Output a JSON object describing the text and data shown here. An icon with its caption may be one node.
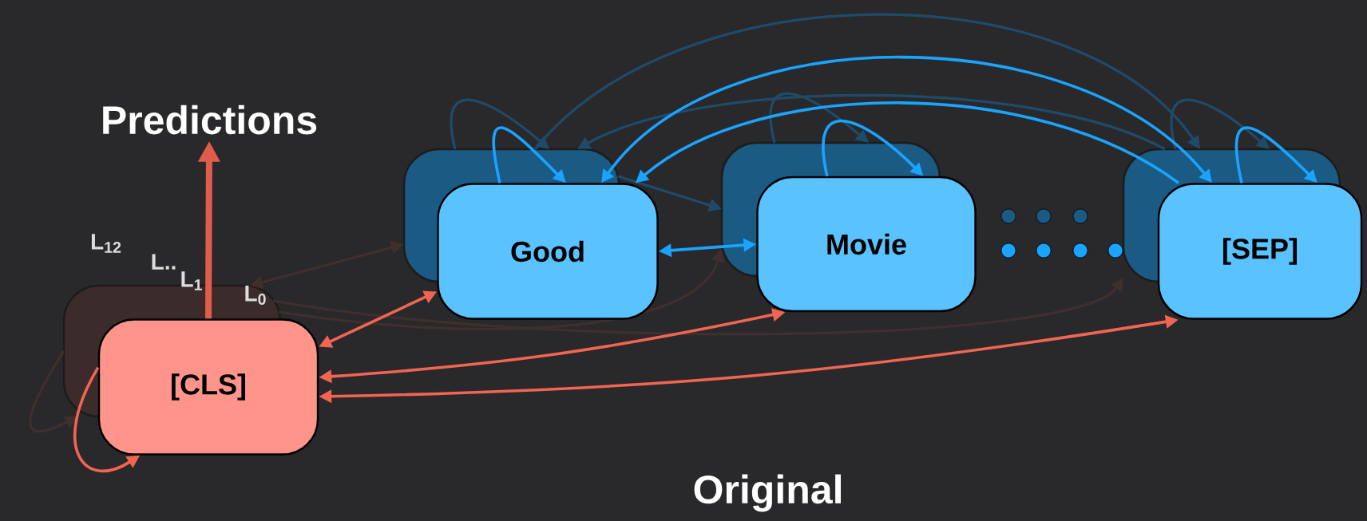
{
  "diagram": {
    "caption": "Original",
    "nodes": [
      {
        "text": [
          "Predictions"
        ]
      },
      {
        "text": [
          "[CLS]"
        ]
      },
      {
        "text": [
          "Good"
        ]
      },
      {
        "text": [
          "Movie"
        ]
      },
      {
        "text": [
          "[SEP]"
        ]
      }
    ],
    "edges": [
      {
        "from": 1,
        "to": 0,
        "arrow": "to",
        "style": "thick",
        "color": "#e05d4c"
      },
      {
        "from": 1,
        "to": 1,
        "arrow": "to",
        "color": "#f26552"
      },
      {
        "from": 1,
        "to": 2,
        "arrow": "both",
        "color": "#f26552"
      },
      {
        "from": 1,
        "to": 3,
        "arrow": "both",
        "color": "#f26552"
      },
      {
        "from": 1,
        "to": 4,
        "arrow": "both",
        "color": "#f26552"
      },
      {
        "from": 2,
        "to": 3,
        "arrow": "both",
        "color": "#1aa3ff"
      },
      {
        "from": 2,
        "to": 2,
        "arrow": "to",
        "color": "#1aa3ff"
      },
      {
        "from": 3,
        "to": 3,
        "arrow": "to",
        "color": "#1aa3ff"
      },
      {
        "from": 4,
        "to": 4,
        "arrow": "to",
        "color": "#1aa3ff"
      },
      {
        "from": 2,
        "to": 4,
        "arrow": "both",
        "color": "#1aa3ff"
      },
      {
        "from": 4,
        "to": 2,
        "arrow": "to",
        "color": "#1aa3ff"
      }
    ],
    "labels": [
      "L$_{12}$",
      "L..",
      "L$_{1}$",
      "L$_{0}$"
    ]
  }
}
